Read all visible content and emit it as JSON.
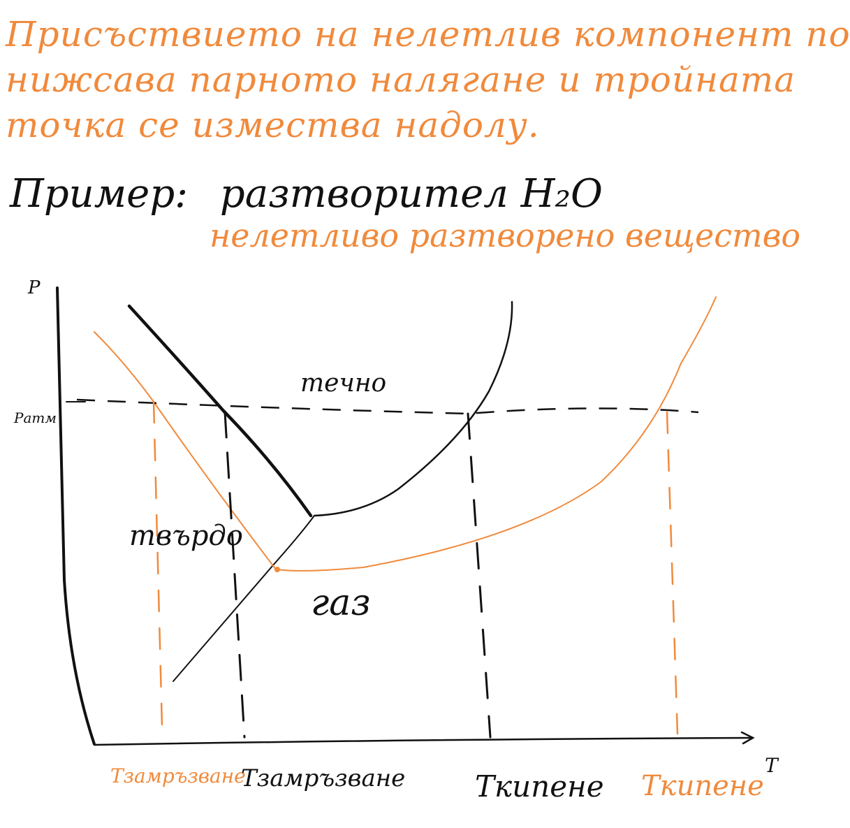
{
  "note": {
    "line1": "Присъствието на нелетлив компонент по-",
    "line2": "нижсава парното налягане и тройната",
    "line3": "точка се измества надолу."
  },
  "example": {
    "label": "Пример:",
    "solvent": "разтворител H₂O",
    "solute": "нелетливо разтворено вещество"
  },
  "diagram": {
    "axis_p": "P",
    "axis_t": "T",
    "p_atm": "Pатм",
    "region_liquid": "течно",
    "region_solid": "твърдо",
    "region_gas": "газ",
    "t_freeze_solution": "Tзамръзване",
    "t_freeze_pure": "Tзамръзване",
    "t_boil_pure": "Tкипене",
    "t_boil_solution": "Tкипене"
  },
  "colors": {
    "pure_solvent": "#111111",
    "solution": "#f08a3c"
  }
}
